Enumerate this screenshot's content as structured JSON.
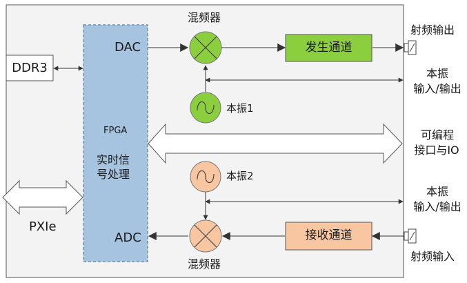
{
  "labels": {
    "mixer_top": "混频器",
    "mixer_bottom": "混频器",
    "dac": "DAC",
    "adc": "ADC",
    "ddr3": "DDR3",
    "pxie": "PXIe",
    "fpga": "FPGA",
    "rtsp_line1": "实时信",
    "rtsp_line2": "号处理",
    "tx_channel": "发生通道",
    "rx_channel": "接收通道",
    "lo1": "本振1",
    "lo2": "本振2",
    "rf_out": "射频输出",
    "rf_in": "射频输入",
    "lo_io_top_line1": "本振",
    "lo_io_top_line2": "输入/输出",
    "lo_io_bottom_line1": "本振",
    "lo_io_bottom_line2": "输入/输出",
    "prog_line1": "可编程",
    "prog_line2": "接口与IO"
  },
  "colors": {
    "fpga_fill": "#a6c3df",
    "tx_fill": "#8ccf3e",
    "rx_fill": "#f8c6a1",
    "mixer_top_fill": "#8ccf3e",
    "mixer_bottom_fill": "#f8c6a1",
    "lo1_fill": "#8ccf3e",
    "lo2_fill": "#f8c6a1",
    "frame_fill": "#f3f3f3",
    "line": "#333333"
  }
}
